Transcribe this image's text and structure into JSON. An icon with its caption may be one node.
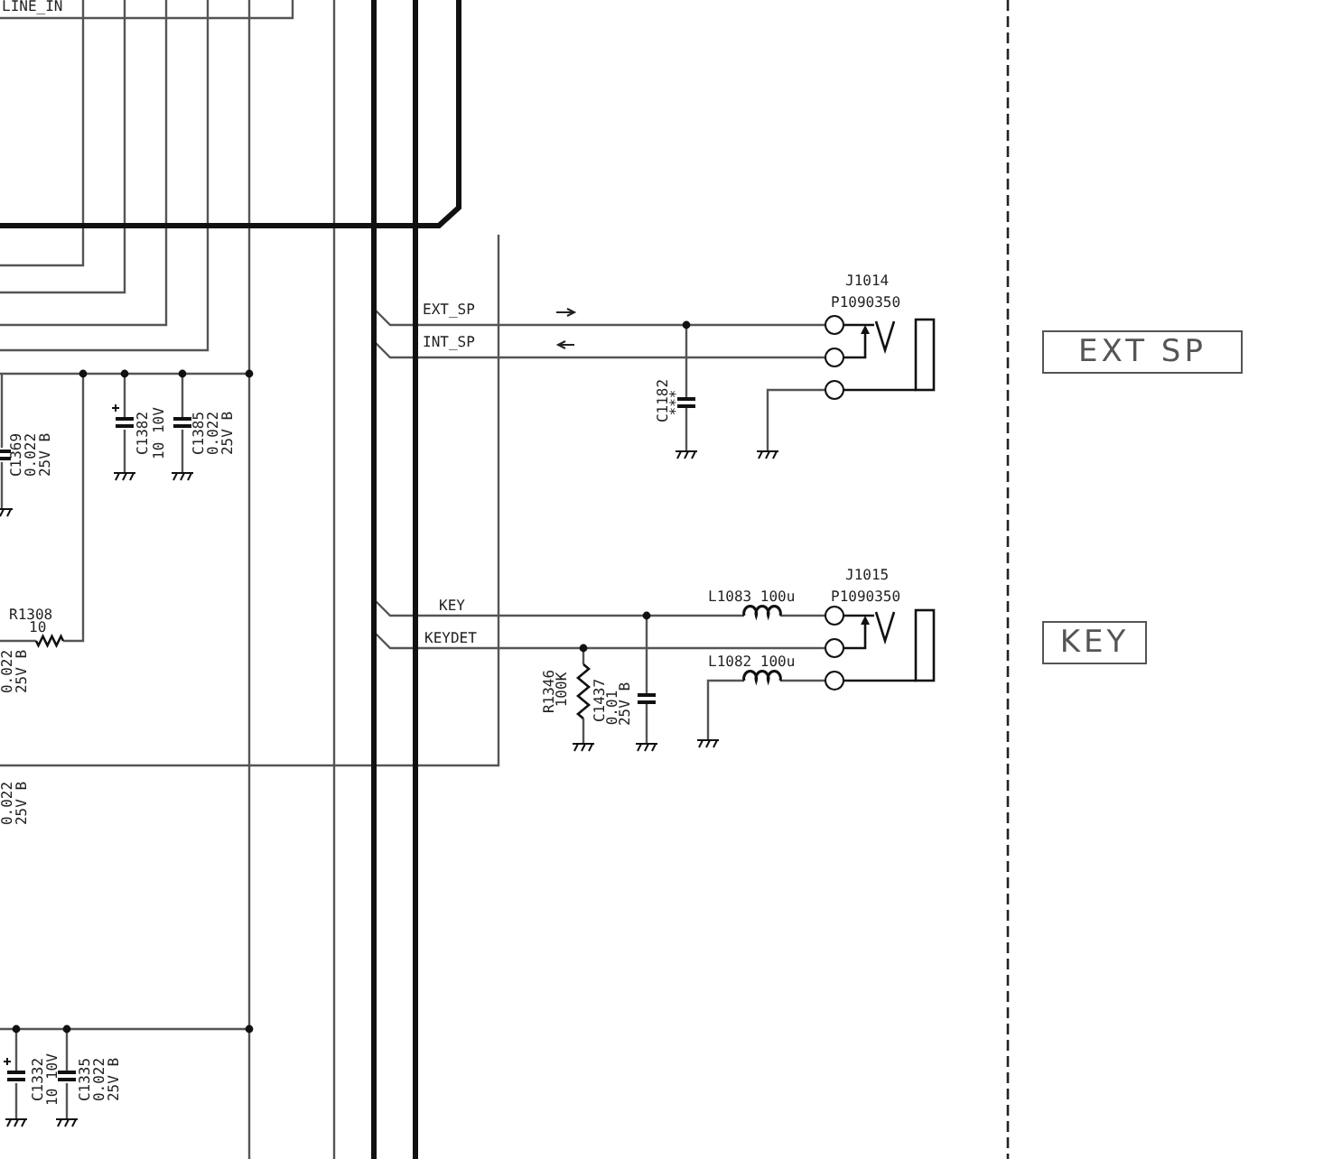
{
  "diagram": {
    "nodes": [
      {
        "text": [
          "EXT SP"
        ]
      },
      {
        "text": [
          "KEY"
        ]
      }
    ],
    "labels": [
      "LINE_IN",
      "EXT_SP",
      "INT_SP",
      "J1014",
      "P1090350",
      "C1369",
      "0.022",
      "25V B",
      "C1382",
      "10 10V",
      "C1385",
      "0.022",
      "25V B",
      "C1182",
      "***",
      "R1308",
      "10",
      "KEY",
      "KEYDET",
      "J1015",
      "L1083 100u",
      "P1090350",
      "L1082 100u",
      "0.022",
      "25V B",
      "R1346",
      "100K",
      "C1437",
      "0.01",
      "25V B",
      "0.022",
      "25V B",
      "C1332",
      "10 10V",
      "C1335",
      "0.022",
      "25V B"
    ]
  }
}
